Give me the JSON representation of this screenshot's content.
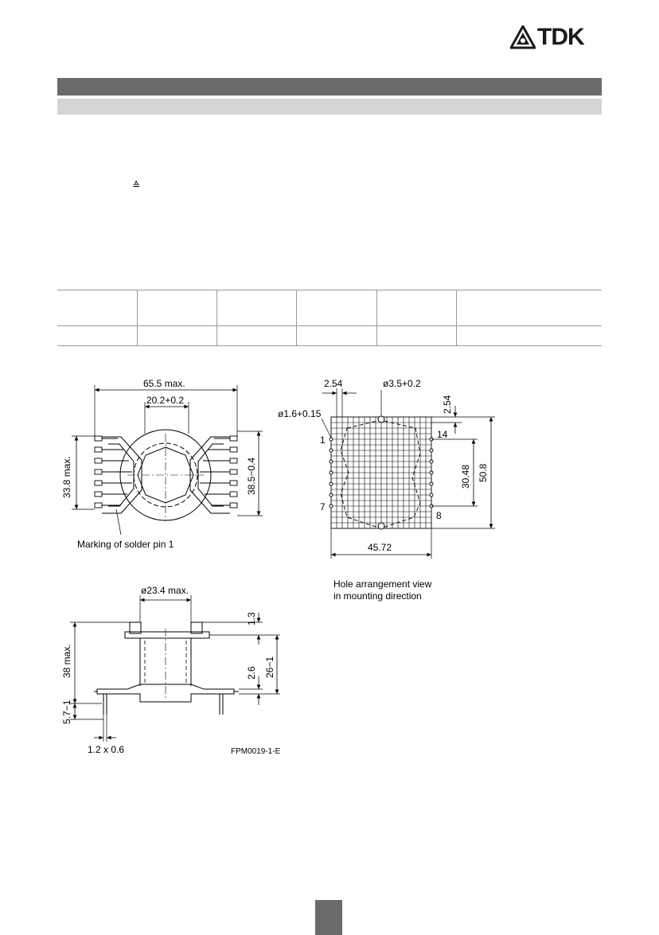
{
  "logo": {
    "brand_text": "TDK"
  },
  "body": {
    "equivalence_symbol": "≙"
  },
  "table": {
    "columns": 6
  },
  "drawing": {
    "top_view": {
      "width_label": "65.5 max.",
      "center_label": "20.2+0.2",
      "left_height_label": "33.8 max.",
      "right_height_label": "38.5−0.4",
      "marking_label": "Marking of solder pin 1"
    },
    "hole_view": {
      "pitch_label": "2.54",
      "big_hole_label": "ø3.5+0.2",
      "small_hole_label": "ø1.6+0.15",
      "top_pitch_label": "2.54",
      "pin_1": "1",
      "pin_7": "7",
      "pin_8": "8",
      "pin_14": "14",
      "height_3048": "30.48",
      "height_508": "50.8",
      "width_4572": "45.72",
      "caption_line1": "Hole arrangement view",
      "caption_line2": "in mounting direction"
    },
    "side_view": {
      "diameter_label": "ø23.4 max.",
      "height_label": "38 max.",
      "label_13": "1.3",
      "label_26": "2.6",
      "label_261": "26−1",
      "label_57": "5.7−1",
      "pin_size_label": "1.2 x 0.6"
    },
    "figure_code": "FPM0019-1-E"
  }
}
